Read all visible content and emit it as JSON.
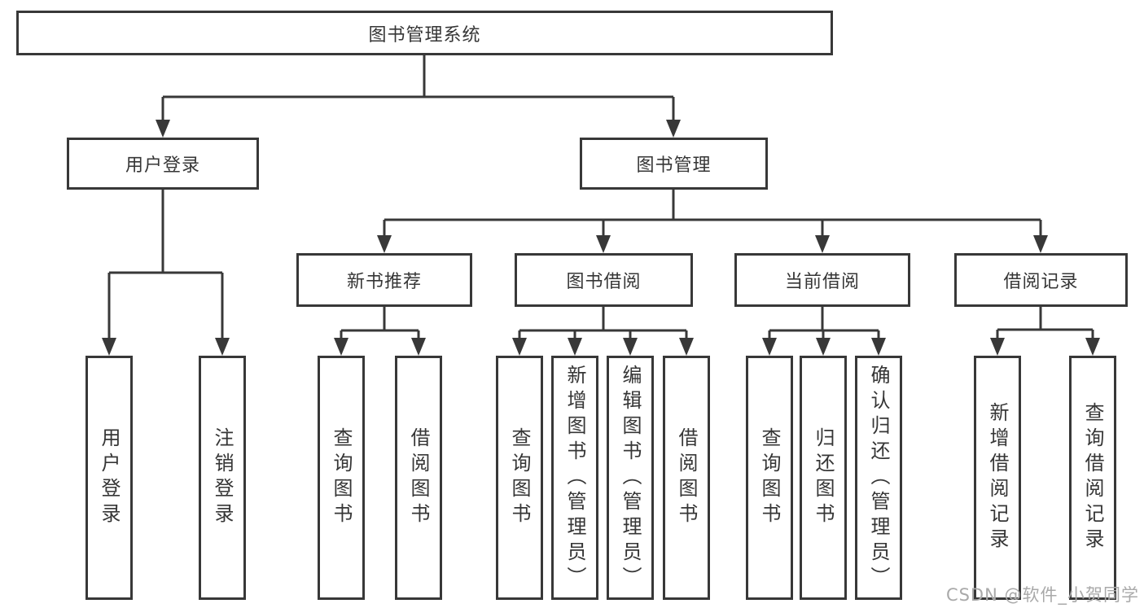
{
  "diagram_title": "图书管理系统",
  "nodes": {
    "root": "图书管理系统",
    "l2": [
      "用户登录",
      "图书管理"
    ],
    "l3": [
      "新书推荐",
      "图书借阅",
      "当前借阅",
      "借阅记录"
    ],
    "leaves_login": [
      "用户登录",
      "注销登录"
    ],
    "leaves_recommend": [
      "查询图书",
      "借阅图书"
    ],
    "leaves_borrow": [
      "查询图书",
      "新增图书（管理员）",
      "编辑图书（管理员）",
      "借阅图书"
    ],
    "leaves_current": [
      "查询图书",
      "归还图书",
      "确认归还（管理员）"
    ],
    "leaves_records": [
      "新增借阅记录",
      "查询借阅记录"
    ]
  },
  "watermark": "CSDN @软件_小贺同学",
  "colors": {
    "line": "#383838",
    "box_border": "#383838",
    "text": "#363636",
    "watermark": "#a9a9a9",
    "background": "#ffffff"
  }
}
